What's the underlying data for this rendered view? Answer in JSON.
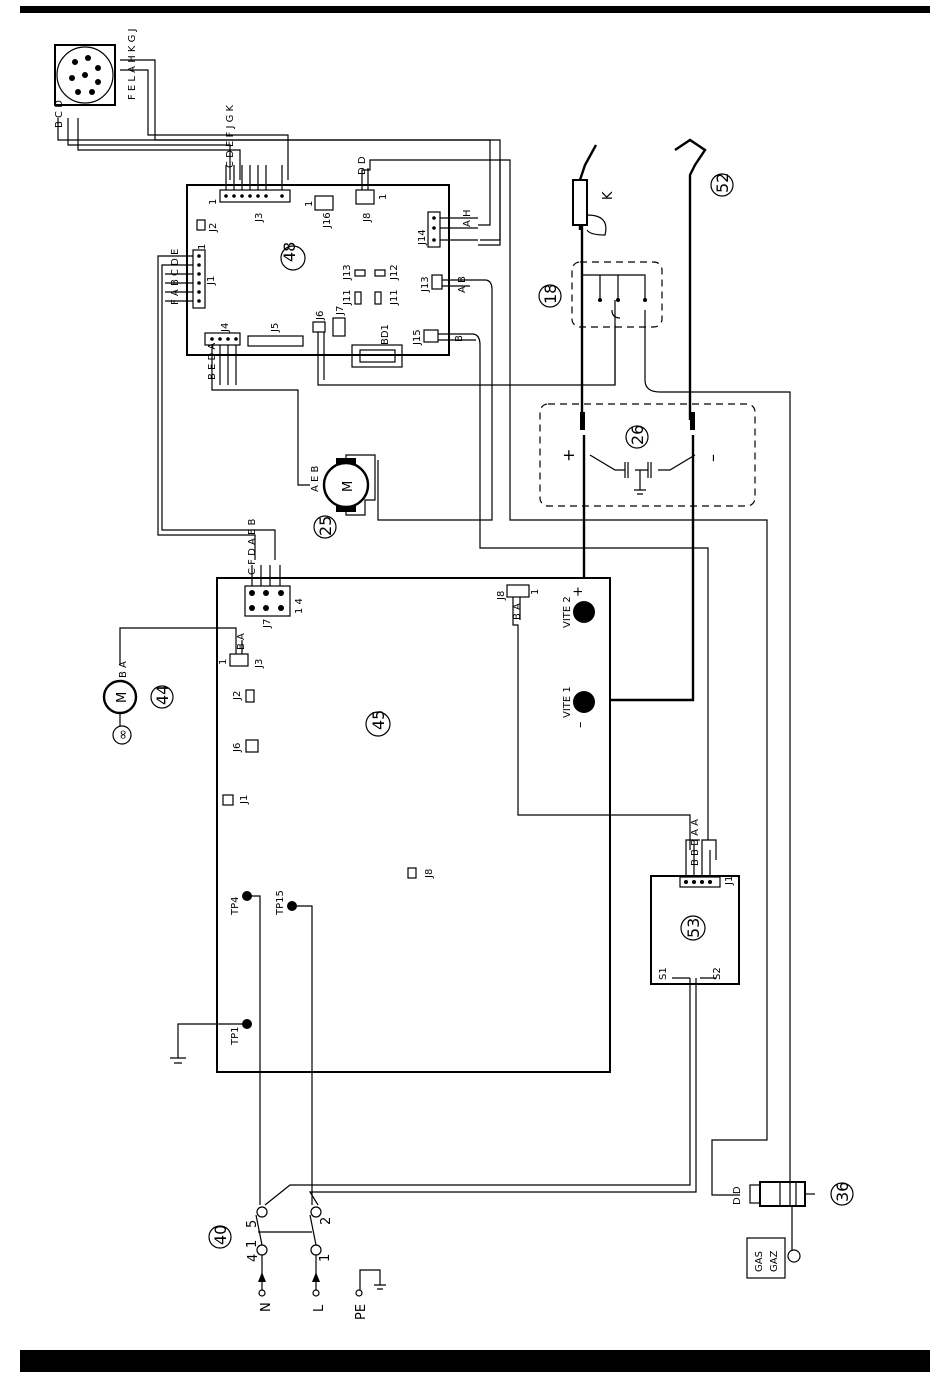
{
  "refs": {
    "r48": "48",
    "r45": "45",
    "r25": "25",
    "r44": "44",
    "r26": "26",
    "r18": "18",
    "r52": "52",
    "r53": "53",
    "r36": "36",
    "r40": "40"
  },
  "board48": {
    "j1": "J1",
    "j2": "J2",
    "j3": "J3",
    "j4": "J4",
    "j5": "J5",
    "j6": "J6",
    "j7": "J7",
    "j8": "J8",
    "j11a": "J11",
    "j11b": "J11",
    "j12": "J12",
    "j13a": "J13",
    "j13b": "J13",
    "j14": "J14",
    "j15": "J15",
    "j16": "J16",
    "bd1": "BD1",
    "j1_letters": "F A B C D E",
    "j3_letters": "C D E F J G K",
    "j4_letters": "B E D A",
    "j8_letters": "D D",
    "j14_letters": [
      "A H",
      "A H",
      "B"
    ],
    "j13_letters": "A B",
    "j15_letters": [
      "B",
      "A"
    ],
    "pin1": "1"
  },
  "board45": {
    "j7": "J7",
    "j7_letters": "C F D A E B",
    "j7_pins": "1  4",
    "j3": "J3",
    "j3_letters": "B A",
    "j2": "J2",
    "j6": "J6",
    "j1": "J1",
    "j8": "J8",
    "j8b": "J8",
    "j8_letters": "B A",
    "vite1": "VITE  1",
    "vite2": "VITE  2",
    "plus": "+",
    "minus": "–",
    "tp1": "TP1",
    "tp4": "TP4",
    "tp15": "TP15",
    "pin1": "1"
  },
  "motor": {
    "m": "M",
    "letters25": "A B",
    "letters25b": "A E B",
    "letters44": "B A",
    "infinity": "∞"
  },
  "gen26": {
    "plus": "+",
    "minus": "–"
  },
  "torch": {
    "k": "K"
  },
  "board53": {
    "letters": "B B B A A",
    "s1": "S1",
    "s2": "S2",
    "j1": "J1"
  },
  "valve": {
    "gas": "GAS",
    "gaz": "GAZ",
    "dd": "D D"
  },
  "mains": {
    "n": "N",
    "l": "L",
    "pe": "PE",
    "p4": "4",
    "p5": "5",
    "p1": "1",
    "p2": "2",
    "p1b": "1"
  },
  "connector": {
    "bcd": "B C D",
    "right": "F E L A H K G J"
  }
}
